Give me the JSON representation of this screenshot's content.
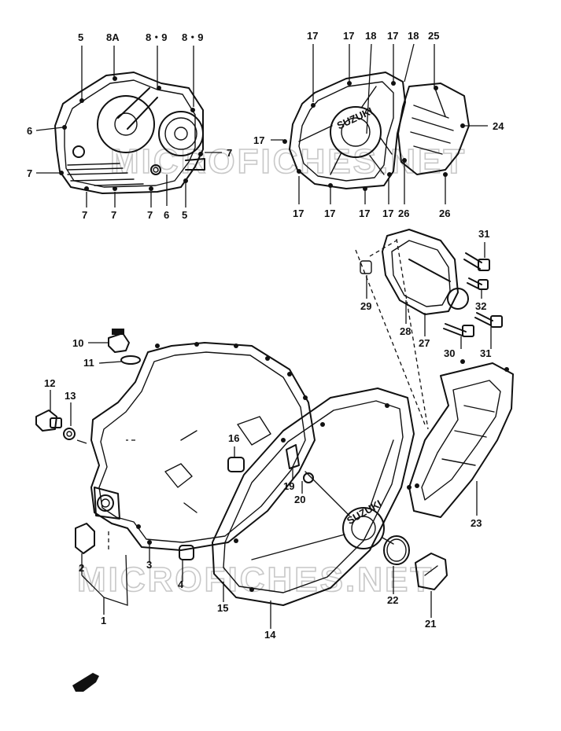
{
  "watermark_text": "MICROFICHES.NET",
  "callouts": {
    "c5a": "5",
    "c8a": "8A",
    "c89a": "8・9",
    "c89b": "8・9",
    "c6a": "6",
    "c7a": "7",
    "c7b": "7",
    "c7c": "7",
    "c7d": "7",
    "c7e": "7",
    "c6b": "6",
    "c5b": "5",
    "c17a": "17",
    "c17b": "17",
    "c18a": "18",
    "c17c": "17",
    "c18b": "18",
    "c25": "25",
    "c17d": "17",
    "c24": "24",
    "c17e": "17",
    "c17f": "17",
    "c17g": "17",
    "c17h": "17",
    "c26a": "26",
    "c26b": "26",
    "c31a": "31",
    "c32": "32",
    "c29": "29",
    "c28": "28",
    "c27": "27",
    "c30": "30",
    "c31b": "31",
    "c10": "10",
    "c11": "11",
    "c12": "12",
    "c13": "13",
    "c16": "16",
    "c19": "19",
    "c20": "20",
    "c23": "23",
    "c2": "2",
    "c3": "3",
    "c4": "4",
    "c1": "1",
    "c15": "15",
    "c14": "14",
    "c22": "22",
    "c21": "21"
  },
  "emblem_text": "SUZUKI",
  "stamp_text": "SUZUKI"
}
